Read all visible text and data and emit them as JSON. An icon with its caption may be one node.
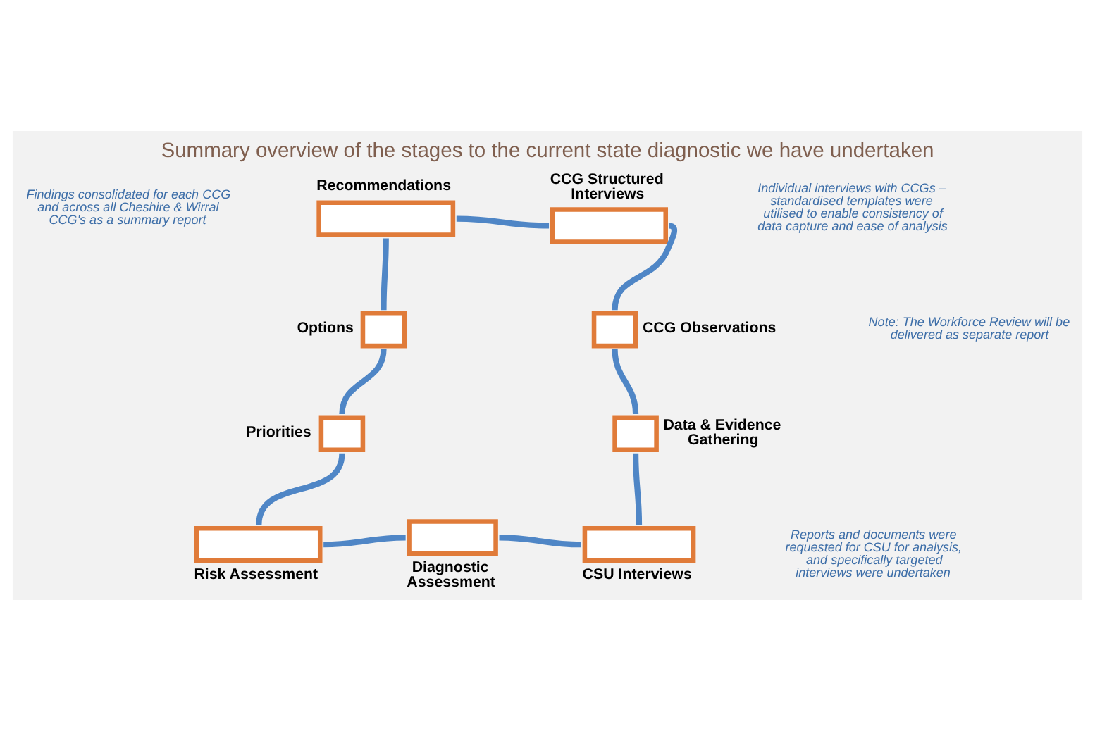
{
  "diagram": {
    "title": "Summary overview of the stages to the current state diagnostic we have undertaken",
    "nodes": [
      {
        "text": [],
        "shape": "box",
        "beside": [
          "Recommendations"
        ]
      },
      {
        "text": [],
        "shape": "box",
        "beside": [
          "CCG Structured Interviews"
        ]
      },
      {
        "text": [],
        "shape": "box",
        "beside": [
          "CCG Observations"
        ]
      },
      {
        "text": [],
        "shape": "box",
        "beside": [
          "Data & Evidence Gathering"
        ]
      },
      {
        "text": [],
        "shape": "box",
        "beside": [
          "CSU Interviews"
        ]
      },
      {
        "text": [],
        "shape": "box",
        "beside": [
          "Diagnostic Assessment"
        ]
      },
      {
        "text": [],
        "shape": "box",
        "beside": [
          "Risk Assessment"
        ]
      },
      {
        "text": [],
        "shape": "box",
        "beside": [
          "Priorities"
        ]
      },
      {
        "text": [],
        "shape": "box",
        "beside": [
          "Options"
        ]
      }
    ],
    "edges": [
      {
        "from": 0,
        "to": 1,
        "arrow": "none"
      },
      {
        "from": 1,
        "to": 2,
        "arrow": "none"
      },
      {
        "from": 2,
        "to": 3,
        "arrow": "none"
      },
      {
        "from": 3,
        "to": 4,
        "arrow": "none"
      },
      {
        "from": 4,
        "to": 5,
        "arrow": "none"
      },
      {
        "from": 5,
        "to": 6,
        "arrow": "none"
      },
      {
        "from": 6,
        "to": 7,
        "arrow": "none"
      },
      {
        "from": 7,
        "to": 8,
        "arrow": "none"
      },
      {
        "from": 8,
        "to": 0,
        "arrow": "none"
      }
    ],
    "labels": [
      "Findings consolidated for each CCG and across all Cheshire & Wirral CCG's as a summary report",
      "Note: The Workforce Review will be delivered as separate report",
      "Individual interviews with CCGs – standardised templates were utilised to enable consistency of data capture and ease of analysis",
      "Reports and documents were requested for CSU for analysis, and specifically targeted interviews were undertaken"
    ]
  }
}
